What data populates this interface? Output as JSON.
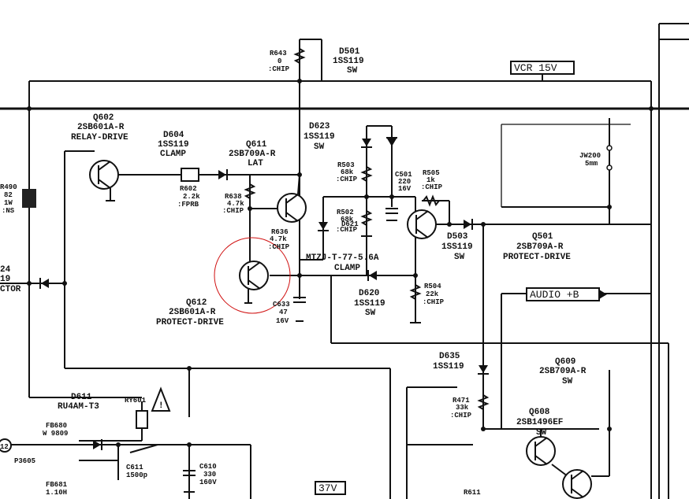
{
  "labels": {
    "r643": "R643",
    "r643_val": "0",
    "r643_type": ":CHIP",
    "d501": "D501",
    "d501_part": "1SS119",
    "d501_fn": "SW",
    "vcr15": "VCR 15V",
    "q602": "Q602",
    "q602_part": "2SB601A-R",
    "q602_fn": "RELAY-DRIVE",
    "d604": "D604",
    "d604_part": "1SS119",
    "d604_fn": "CLAMP",
    "q611": "Q611",
    "q611_part": "2SB709A-R",
    "q611_fn": "LAT",
    "d623": "D623",
    "d623_part": "1SS119",
    "d623_fn": "SW",
    "r503": "R503",
    "r503_val": "68k",
    "r503_type": ":CHIP",
    "c501": "C501",
    "c501_val": "220",
    "c501_v": "16V",
    "r505": "R505",
    "r505_val": "1k",
    "r505_type": ":CHIP",
    "jw200": "JW200",
    "jw200_v": "5mm",
    "r490": "R490",
    "r490_val": "82",
    "r490_w": "1W",
    "r490_type": ":NS",
    "r602": "R602",
    "r602_val": "2.2k",
    "r602_type": ":FPRB",
    "r638": "R638",
    "r638_val": "4.7k",
    "r638_type": ":CHIP",
    "r502": "R502",
    "r502_val": "68k",
    "r502_type": ":CHIP",
    "d621": "D621",
    "r636": "R636",
    "r636_val": "4.7k",
    "r636_type": ":CHIP",
    "d621_part": "MTZJ-T-77-5.6A",
    "d621_fn": "CLAMP",
    "d503": "D503",
    "d503_part": "1SS119",
    "d503_fn": "SW",
    "q501": "Q501",
    "q501_part": "2SB709A-R",
    "q501_fn": "PROTECT-DRIVE",
    "left_num": "24",
    "left_sub": "19",
    "connector": "CTOR",
    "audio_b": "AUDIO +B",
    "q612": "Q612",
    "q612_part": "2SB601A-R",
    "q612_fn": "PROTECT-DRIVE",
    "c633": "C633",
    "c633_val": "47",
    "c633_v": "16V",
    "d620": "D620",
    "d620_part": "1SS119",
    "d620_fn": "SW",
    "r504": "R504",
    "r504_val": "22k",
    "r504_type": ":CHIP",
    "d635": "D635",
    "d635_part": "1SS119",
    "q609": "Q609",
    "q609_part": "2SB709A-R",
    "q609_fn": "SW",
    "d611": "D611",
    "d611_part": "RU4AM-T3",
    "ry601": "RY601",
    "r471": "R471",
    "r471_val": "33k",
    "r471_type": ":CHIP",
    "q608": "Q608",
    "q608_part": "2SB1496EF",
    "q608_fn": "SW",
    "fb680": "FB680",
    "fb680_val": "W 9809",
    "p3605": "P3605",
    "c611": "C611",
    "c611_val": "1500p",
    "c610": "C610",
    "c610_val": "330",
    "c610_v": "160V",
    "v37": "37V",
    "fb681": "FB681",
    "fb681_val": "1.10H",
    "r611": "R611",
    "pin12": "12"
  }
}
